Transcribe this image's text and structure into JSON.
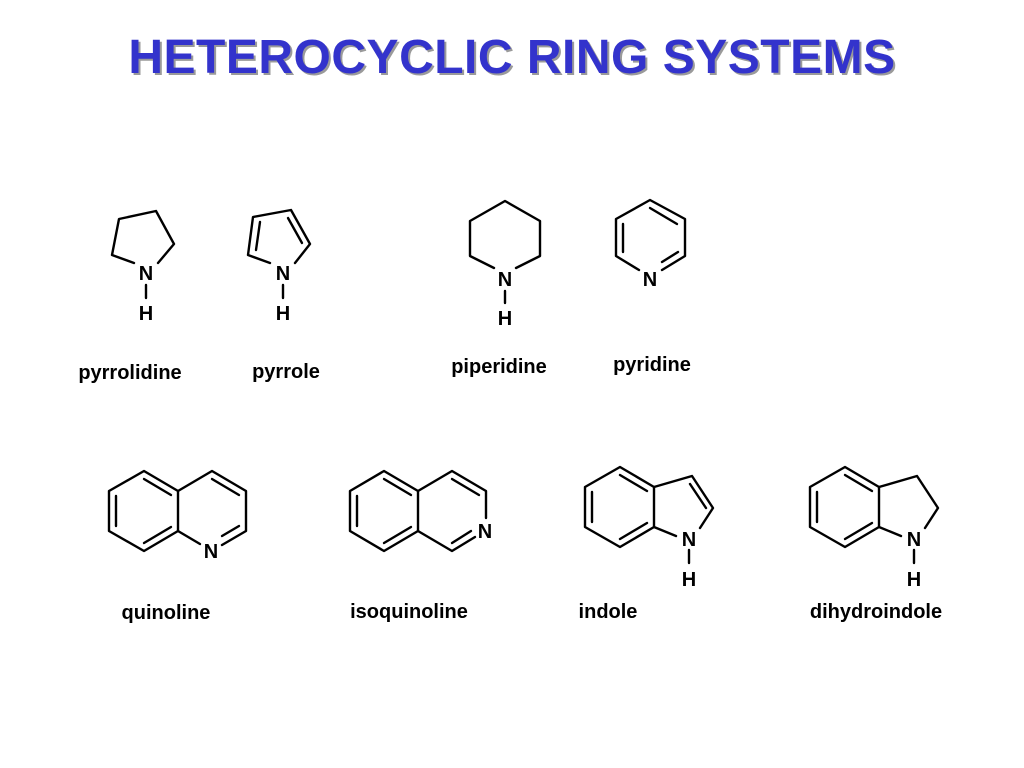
{
  "title": "HETEROCYCLIC RING SYSTEMS",
  "colors": {
    "title": "#3333cc",
    "bond": "#000000"
  },
  "molecules": [
    {
      "name": "pyrrolidine",
      "nitrogen": "N",
      "hydrogen": "H"
    },
    {
      "name": "pyrrole",
      "nitrogen": "N",
      "hydrogen": "H"
    },
    {
      "name": "piperidine",
      "nitrogen": "N",
      "hydrogen": "H"
    },
    {
      "name": "pyridine",
      "nitrogen": "N"
    },
    {
      "name": "quinoline",
      "nitrogen": "N"
    },
    {
      "name": "isoquinoline",
      "nitrogen": "N"
    },
    {
      "name": "indole",
      "nitrogen": "N",
      "hydrogen": "H"
    },
    {
      "name": "dihydroindole",
      "nitrogen": "N",
      "hydrogen": "H"
    }
  ]
}
